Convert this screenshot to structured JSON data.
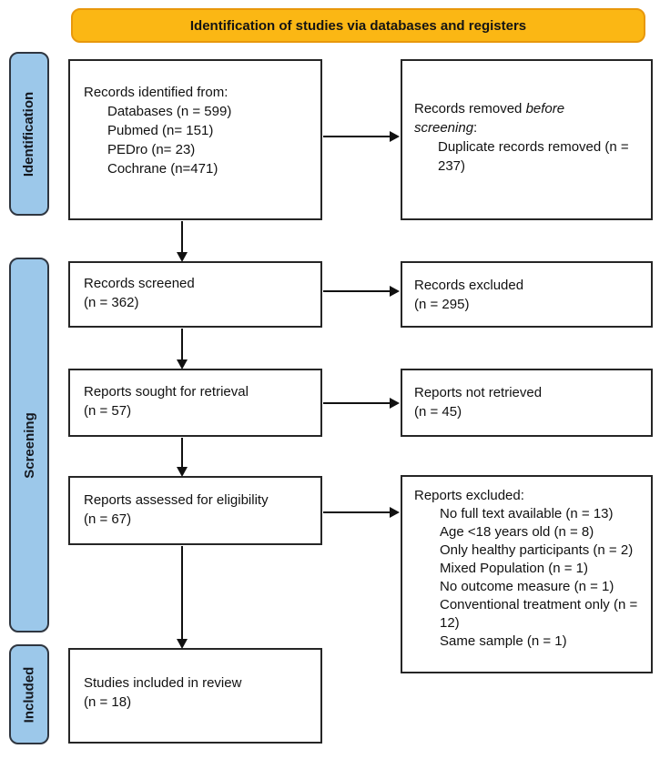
{
  "banner": {
    "title": "Identification of studies via databases and registers"
  },
  "sidebar": {
    "identification": "Identification",
    "screening": "Screening",
    "included": "Included"
  },
  "boxes": {
    "records_identified": {
      "title": "Records identified from:",
      "items": [
        "Databases (n = 599)",
        "Pubmed (n= 151)",
        "PEDro (n= 23)",
        "Cochrane (n=471)"
      ]
    },
    "records_removed": {
      "title_prefix": "Records removed ",
      "title_italic": "before screening",
      "title_suffix": ":",
      "items": [
        "Duplicate records removed (n = 237)"
      ]
    },
    "records_screened": {
      "text": "Records screened\n(n = 362)"
    },
    "records_excluded": {
      "text": "Records excluded\n(n = 295)"
    },
    "reports_sought": {
      "text": "Reports sought for retrieval\n(n = 57)"
    },
    "reports_not_retrieved": {
      "text": "Reports not retrieved\n(n = 45)"
    },
    "reports_assessed": {
      "text": "Reports assessed for eligibility\n(n = 67)"
    },
    "reports_excluded": {
      "title": "Reports excluded:",
      "items": [
        "No full text available (n = 13)",
        "Age <18 years old (n = 8)",
        "Only healthy participants (n = 2)",
        "Mixed Population (n = 1)",
        "No outcome measure (n = 1)",
        "Conventional treatment only (n = 12)",
        "Same sample (n = 1)"
      ]
    },
    "studies_included": {
      "text": "Studies included in review\n(n = 18)"
    }
  },
  "colors": {
    "banner_fill": "#FBB714",
    "banner_border": "#E8980C",
    "sidebar_fill": "#9CC8EA",
    "sidebar_border": "#2F3640",
    "box_border": "#262626",
    "arrow": "#111111"
  }
}
